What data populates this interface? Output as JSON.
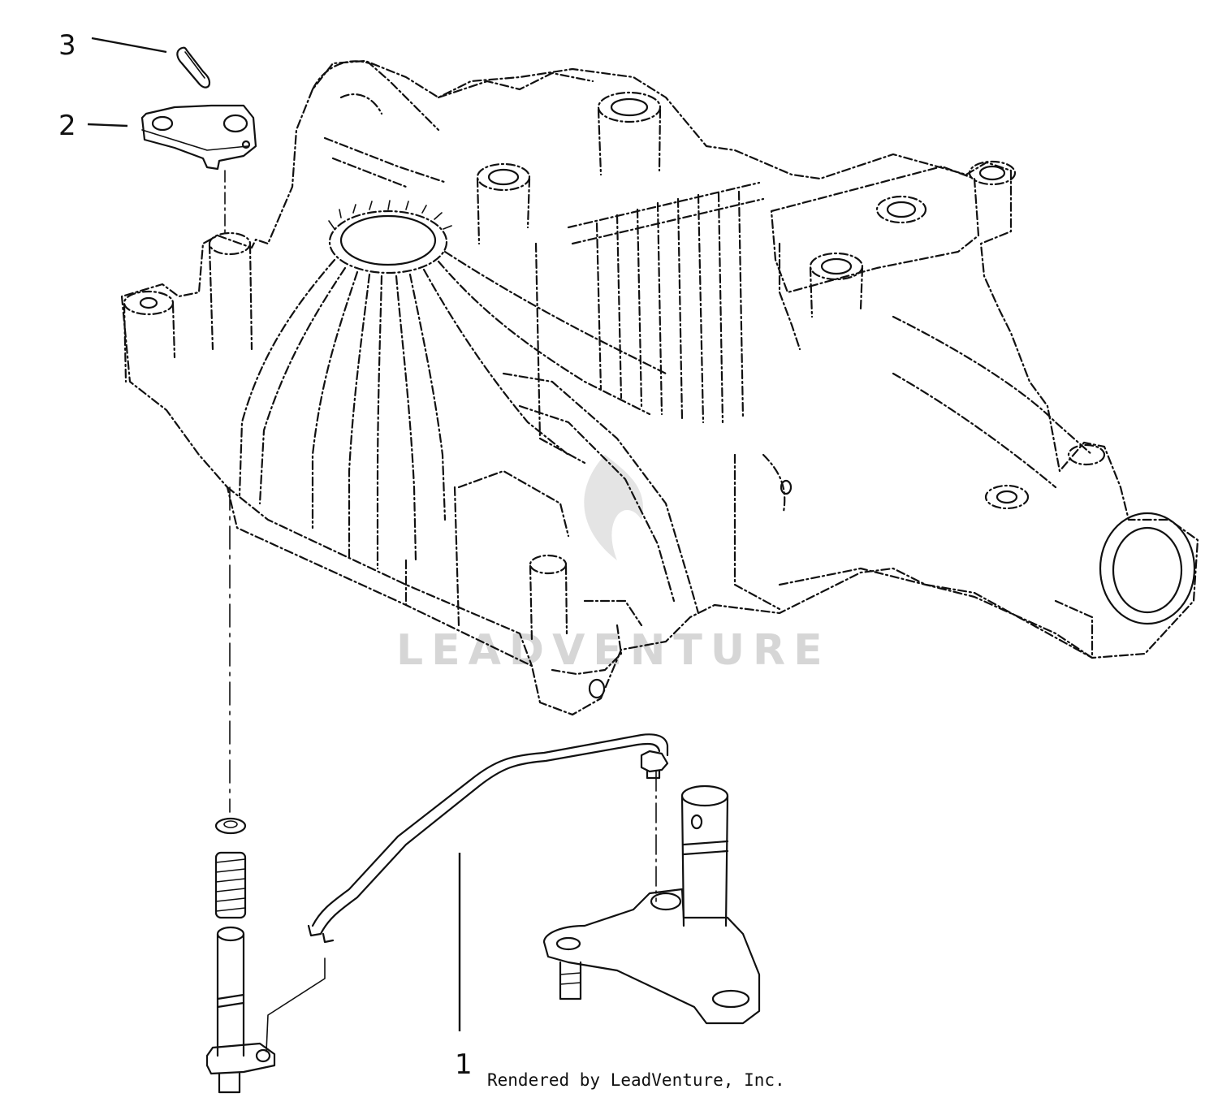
{
  "callouts": [
    {
      "id": "1",
      "label": "1"
    },
    {
      "id": "2",
      "label": "2"
    },
    {
      "id": "3",
      "label": "3"
    }
  ],
  "watermark": "LEADVENTURE",
  "credit": "Rendered by LeadVenture, Inc."
}
